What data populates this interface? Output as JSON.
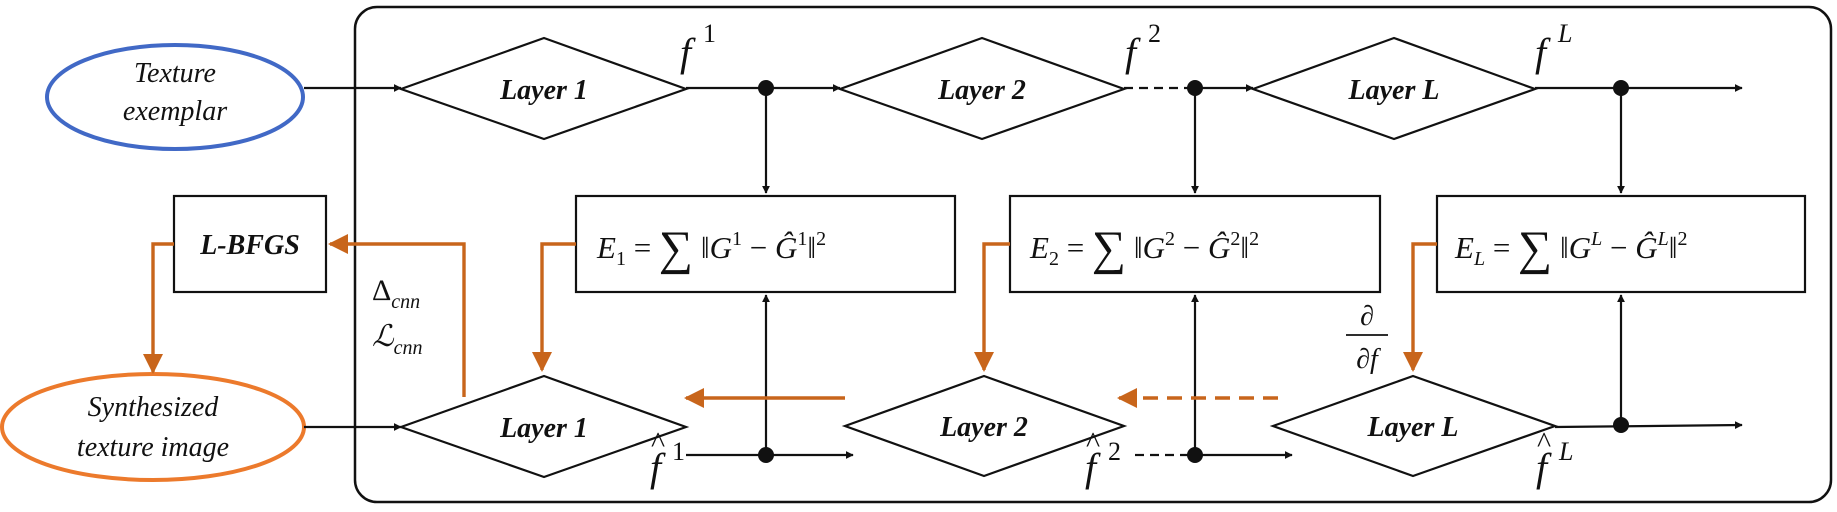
{
  "colors": {
    "black": "#111111",
    "orange": "#c8651b",
    "blue_outline": "#4169c6",
    "orange_outline": "#ec7a2c"
  },
  "inputs": {
    "texture_exemplar": [
      "Texture",
      "exemplar"
    ],
    "synthesized": [
      "Synthesized",
      "texture image"
    ]
  },
  "optimizer": {
    "label": "L-BFGS"
  },
  "top_layers": [
    "Layer 1",
    "Layer 2",
    "Layer L"
  ],
  "bottom_layers": [
    "Layer 1",
    "Layer 2",
    "Layer L"
  ],
  "energies": [
    {
      "lhs": "E",
      "lhs_sub": "1",
      "sup": "1"
    },
    {
      "lhs": "E",
      "lhs_sub": "2",
      "sup": "2"
    },
    {
      "lhs": "E",
      "lhs_sub": "L",
      "sup": "L"
    }
  ],
  "features_top": [
    {
      "base": "f",
      "sup": "1"
    },
    {
      "base": "f",
      "sup": "2"
    },
    {
      "base": "f",
      "sup": "L"
    }
  ],
  "features_bottom": [
    {
      "base": "f",
      "sup": "1"
    },
    {
      "base": "f",
      "sup": "2"
    },
    {
      "base": "f",
      "sup": "L"
    }
  ],
  "losses": {
    "delta": "Δ",
    "delta_sub": "cnn",
    "loss": "ℒ",
    "loss_sub": "cnn"
  },
  "gradient": {
    "num": "∂",
    "den": "∂f"
  }
}
